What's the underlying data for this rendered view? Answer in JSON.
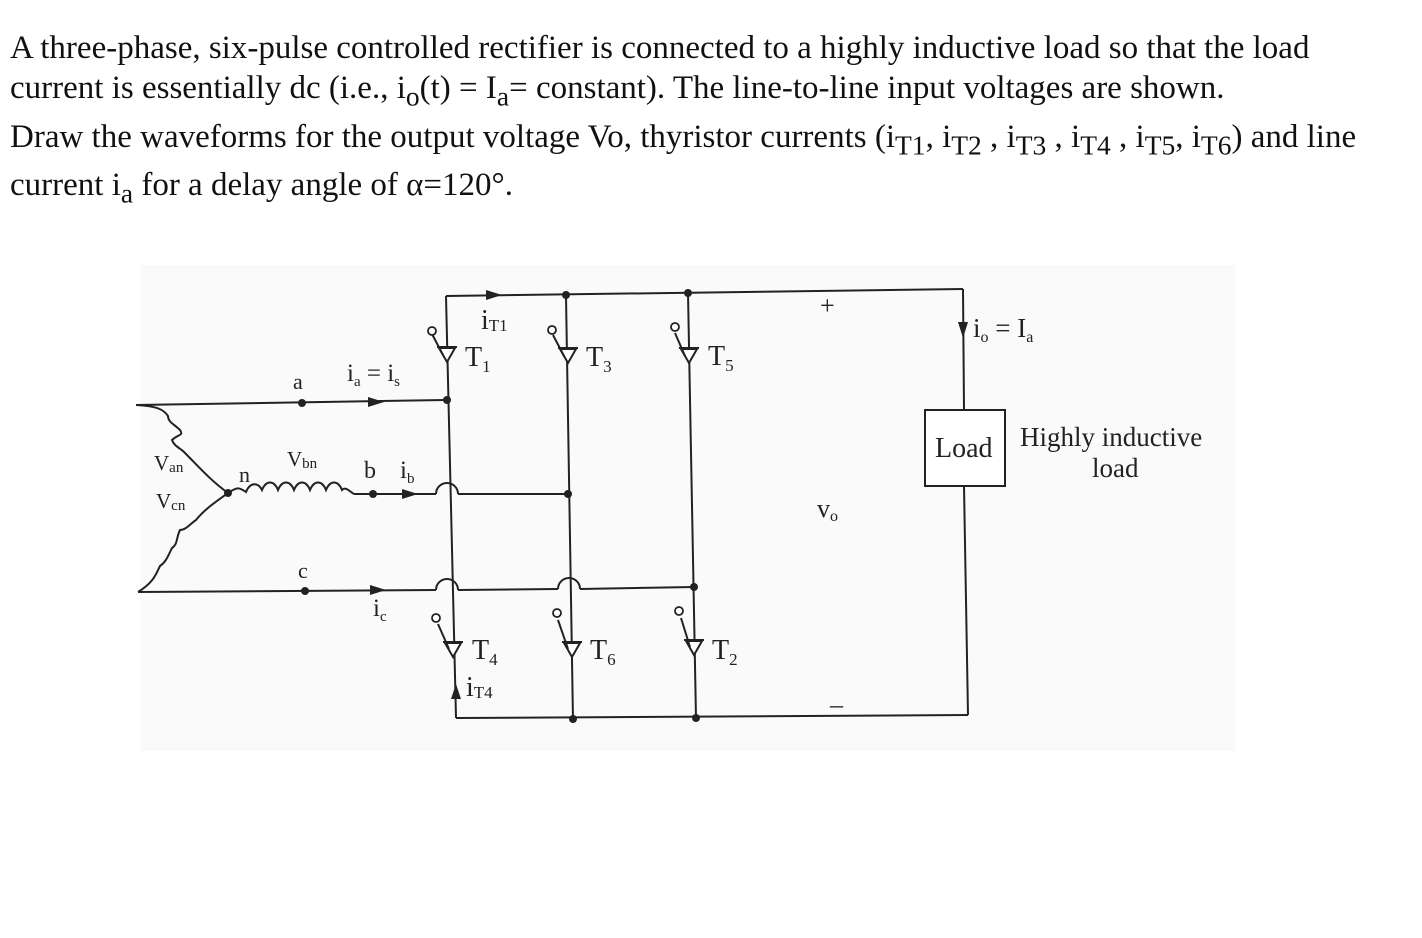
{
  "problem": {
    "p1_a": "A three-phase, six-pulse controlled rectifier is connected to a highly inductive load so that the load current is essentially dc (i.e., i",
    "p1_sub_o": "o",
    "p1_b": "(t) = I",
    "p1_sub_a": "a",
    "p1_c": "= constant).  The line-to-line input voltages are shown.",
    "p2_a": "Draw the waveforms for the output voltage Vo, thyristor currents (i",
    "sub_t1": "T1",
    "sep1": ", i",
    "sub_t2": "T2",
    "sep2": " , i",
    "sub_t3": "T3",
    "sep3": " , i",
    "sub_t4": "T4",
    "sep4": " , i",
    "sub_t5": "T5",
    "sep5": ", i",
    "sub_t6": "T6",
    "p2_b": ") and line current i",
    "p2_sub_a": "a",
    "p2_c": " for a delay angle of α=120°."
  },
  "circuit": {
    "node_a": "a",
    "node_b": "b",
    "node_c": "c",
    "node_n": "n",
    "v_an": "V",
    "v_an_sub": "an",
    "v_bn": "V",
    "v_bn_sub": "bn",
    "v_cn": "V",
    "v_cn_sub": "cn",
    "ia_main": "i",
    "ia_sub": "a",
    "ia_eq": " = i",
    "is_sub": "s",
    "ib_main": "i",
    "ib_sub": "b",
    "ic_main": "i",
    "ic_sub": "c",
    "iT1_main": "i",
    "iT1_sub": "T1",
    "iT4_main": "i",
    "iT4_sub": "T4",
    "T_letter": "T",
    "t1_sub": "1",
    "t3_sub": "3",
    "t5_sub": "5",
    "t4_sub": "4",
    "t6_sub": "6",
    "t2_sub": "2",
    "io_main": "i",
    "io_sub": "o",
    "io_eq": " = I",
    "Ia_sub": "a",
    "vo_main": "v",
    "vo_sub": "o",
    "plus": "+",
    "minus": "–",
    "load_label": "Load",
    "load_desc_1": "Highly inductive",
    "load_desc_2": "load"
  }
}
